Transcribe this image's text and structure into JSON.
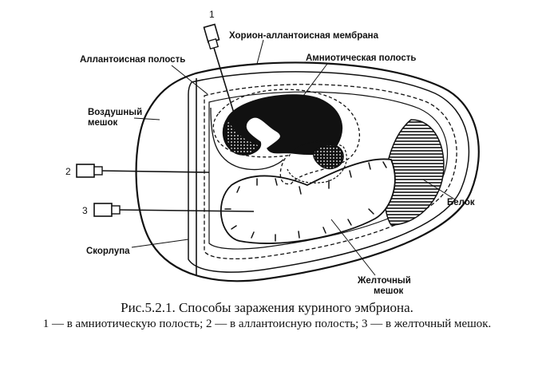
{
  "labels": {
    "chorion": "Хорион-аллантоисная мембрана",
    "allantois": "Аллантоисная полость",
    "amnion": "Амниотическая полость",
    "air_sac_1": "Воздушный",
    "air_sac_2": "мешок",
    "white": "Белок",
    "shell": "Скорлупа",
    "yolk_1": "Желточный",
    "yolk_2": "мешок"
  },
  "needles": [
    "1",
    "2",
    "3"
  ],
  "caption": {
    "title": "Рис.5.2.1. Способы заражения куриного эмбриона.",
    "legend": "1 — в амниотическую полость; 2 — в аллантоисную полость; 3 — в желточный мешок."
  }
}
